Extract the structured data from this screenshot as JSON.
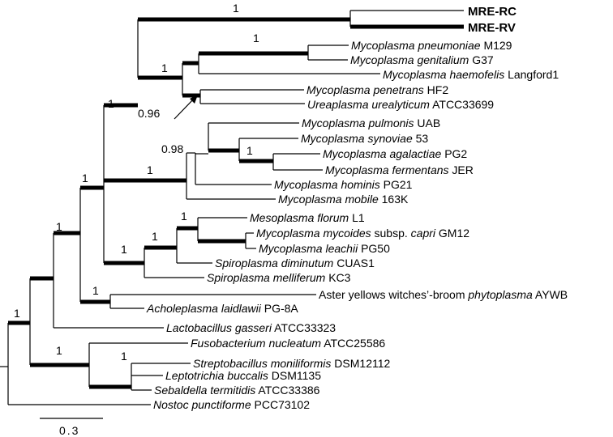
{
  "taxa": {
    "mre_rc": "MRE-RC",
    "mre_rv": "MRE-RV",
    "pneumoniae": {
      "genus": "Mycoplasma",
      "species": "pneumoniae",
      "strain": "M129"
    },
    "genitalium": {
      "genus": "Mycoplasma",
      "species": "genitalium",
      "strain": "G37"
    },
    "haemofelis": {
      "genus": "Mycoplasma",
      "species": "haemofelis",
      "strain": "Langford1"
    },
    "penetrans": {
      "genus": "Mycoplasma",
      "species": "penetrans",
      "strain": "HF2"
    },
    "ureaplasma": {
      "genus": "Ureaplasma",
      "species": "urealyticum",
      "strain": "ATCC33699"
    },
    "pulmonis": {
      "genus": "Mycoplasma",
      "species": "pulmonis",
      "strain": "UAB"
    },
    "synoviae": {
      "genus": "Mycoplasma",
      "species": "synoviae",
      "strain": "53"
    },
    "agalactiae": {
      "genus": "Mycoplasma",
      "species": "agalactiae",
      "strain": "PG2"
    },
    "fermentans": {
      "genus": "Mycoplasma",
      "species": "fermentans",
      "strain": "JER"
    },
    "hominis": {
      "genus": "Mycoplasma",
      "species": "hominis",
      "strain": "PG21"
    },
    "mobile": {
      "genus": "Mycoplasma",
      "species": "mobile",
      "strain": "163K"
    },
    "mesoplasma": {
      "genus": "Mesoplasma",
      "species": "florum",
      "strain": "L1"
    },
    "mycoides": {
      "genus": "Mycoplasma",
      "species": "mycoides",
      "mid": "subsp.",
      "sub": "capri",
      "strain": "GM12"
    },
    "leachii": {
      "genus": "Mycoplasma",
      "species": "leachii",
      "strain": "PG50"
    },
    "diminutum": {
      "genus": "Spiroplasma",
      "species": "diminutum",
      "strain": "CUAS1"
    },
    "melliferum": {
      "genus": "Spiroplasma",
      "species": "melliferum",
      "strain": "KC3"
    },
    "phytoplasma": {
      "pre": "Aster yellows witches’-broom",
      "italic": "phytoplasma",
      "strain": "AYWB"
    },
    "acholeplasma": {
      "genus": "Acholeplasma",
      "species": "laidlawii",
      "strain": "PG-8A"
    },
    "lactobacillus": {
      "genus": "Lactobacillus",
      "species": "gasseri",
      "strain": "ATCC33323"
    },
    "fusobacterium": {
      "genus": "Fusobacterium",
      "species": "nucleatum",
      "strain": "ATCC25586"
    },
    "streptobacillus": {
      "genus": "Streptobacillus",
      "species": "moniliformis",
      "strain": "DSM12112"
    },
    "leptotrichia": {
      "genus": "Leptotrichia",
      "species": "buccalis",
      "strain": "DSM1135"
    },
    "sebaldella": {
      "genus": "Sebaldella",
      "species": "termitidis",
      "strain": "ATCC33386"
    },
    "nostoc": {
      "genus": "Nostoc",
      "species": "punctiforme",
      "strain": "PCC73102"
    }
  },
  "support": {
    "s_mre": "1",
    "s_pg": "1",
    "s_haemo": "1",
    "s_pen": "0.96",
    "s_upper": "1",
    "s_hominis": "0.98",
    "s_hominis_group": "1",
    "s_syn": "1",
    "s_mollicutes": "1",
    "s_spiro": "1",
    "s_meso": "1",
    "s_spiro_group": "1",
    "s_phyto": "1",
    "s_lacto": "1",
    "s_root": "1",
    "s_fuso": "1",
    "s_lepto": "1"
  },
  "scale_bar": {
    "label": "0.3"
  }
}
